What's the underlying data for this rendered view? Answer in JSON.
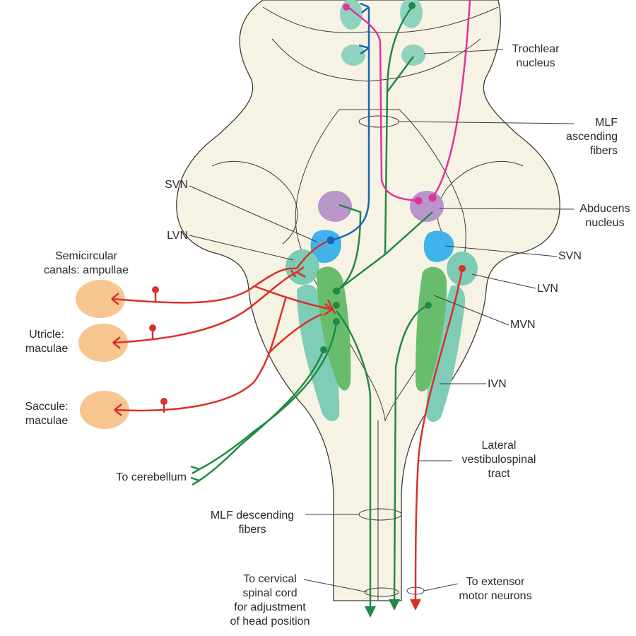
{
  "labels": {
    "trochlear": "Trochlear\nnucleus",
    "mlf_ascending": "MLF\nascending\nfibers",
    "svn_left": "SVN",
    "lvn_left": "LVN",
    "abducens": "Abducens\nnucleus",
    "svn_right": "SVN",
    "lvn_right": "LVN",
    "mvn": "MVN",
    "ivn": "IVN",
    "semicircular": "Semicircular\ncanals: ampullae",
    "utricle": "Utricle:\nmaculae",
    "saccule": "Saccule:\nmaculae",
    "lateral_tract": "Lateral\nvestibulospinal\ntract",
    "to_cerebellum": "To cerebellum",
    "mlf_descending": "MLF descending\nfibers",
    "to_cervical": "To cervical\nspinal cord\nfor adjustment\nof head position",
    "to_extensor": "To extensor\nmotor neurons"
  },
  "colors": {
    "brainstem": "#f7f3e4",
    "outline": "#3a3a3a",
    "red_pathway": "#d9302a",
    "green_pathway": "#1f8a45",
    "blue_pathway": "#1a63b5",
    "magenta_pathway": "#e0339b",
    "svn_nucleus": "#3fb3ea",
    "lvn_nucleus": "#7ccbb4",
    "mvn_nucleus": "#68bd6c",
    "ivn_nucleus": "#7fcdb6",
    "abducens_nucleus": "#b995c9",
    "oculomotor_nucleus": "#8fd3bf",
    "sensory_organ": "#f7c690"
  }
}
